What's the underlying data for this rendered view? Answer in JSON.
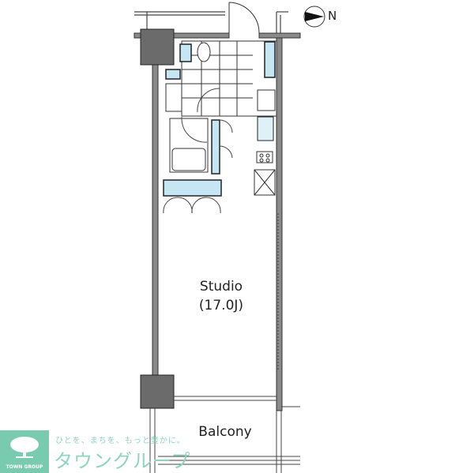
{
  "rooms": {
    "studio_label": "Studio",
    "studio_size": "(17.0J)",
    "balcony_label": "Balcony"
  },
  "compass": {
    "label": "N",
    "icon": "north-arrow-icon"
  },
  "logo": {
    "name_en": "TOWN GROUP",
    "slogan": "ひとを、まちを、もっと豊かに。",
    "name_ja": "タウングループ",
    "color": "#79cbb0"
  },
  "colors": {
    "fixture": "#c5e6f2",
    "column": "#6b6b6b",
    "wall": "#8a8a8a"
  }
}
